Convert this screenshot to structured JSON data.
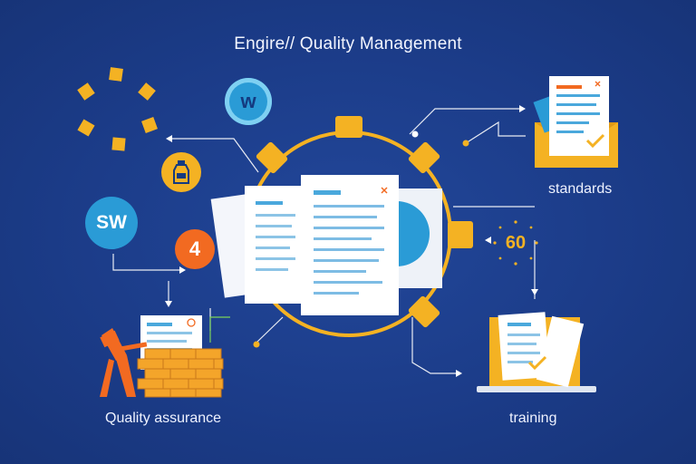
{
  "title": "Engire// Quality Management",
  "labels": {
    "standards": "standards",
    "quality_assurance": "Quality assurance",
    "training": "training"
  },
  "badges": {
    "w": "w",
    "sw": "SW",
    "four": "4",
    "sixty": "60"
  },
  "colors": {
    "background": "#1b3b87",
    "gear": "#f4b223",
    "accent_orange": "#f26a21",
    "accent_blue": "#2a9bd6",
    "paper": "#ffffff"
  }
}
